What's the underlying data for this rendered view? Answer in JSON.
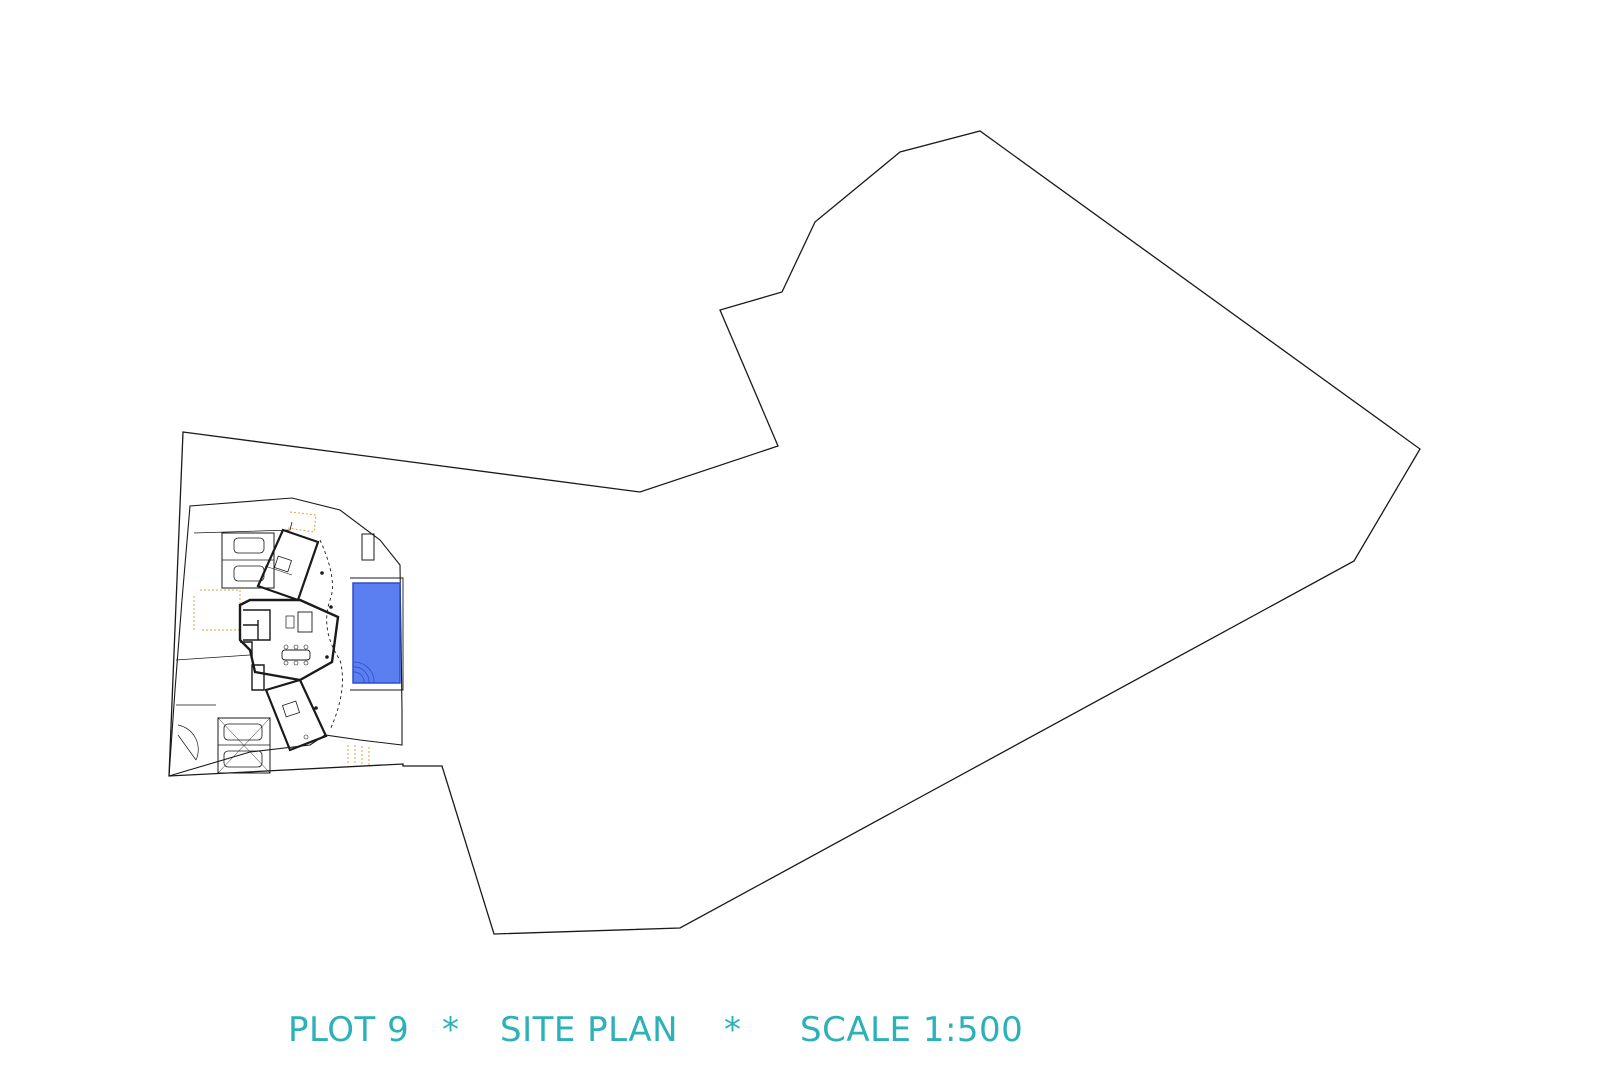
{
  "title": {
    "plot": "PLOT 9",
    "separator": "*",
    "plan": "SITE PLAN",
    "scale": "SCALE 1:500"
  },
  "colors": {
    "title": "#2bb1b8",
    "line": "#1a1a1a",
    "pool_fill": "#5b7ef0",
    "pool_edge": "#2e4fc9",
    "deck_hatch": "#d9a441",
    "paper": "#ffffff"
  }
}
